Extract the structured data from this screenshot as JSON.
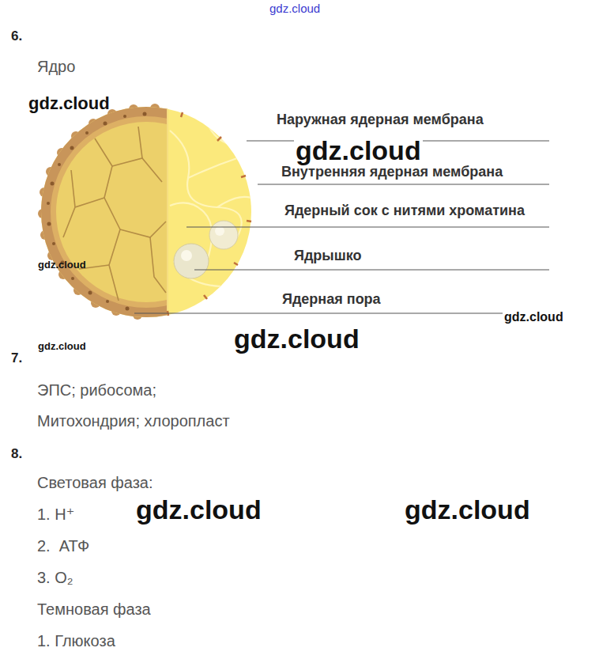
{
  "diagram": {
    "labels": [
      "gdz.cloud",
      "6.",
      "Ядро",
      "gdz.cloud",
      "Наружная ядерная мембрана",
      "gdz.cloud",
      "Внутренняя ядерная мембрана",
      "Ядерный сок с нитями хроматина",
      "Ядрышко",
      "gdz.cloud",
      "Ядерная пора",
      "gdz.cloud",
      "gdz.cloud",
      "gdz.cloud",
      "7.",
      "ЭПС; рибосома;",
      "Митохондрия; хлоропласт",
      "8.",
      "Световая фаза:",
      "1. H⁺",
      "gdz.cloud",
      "gdz.cloud",
      "2.  АТФ",
      "3. O₂",
      "Темновая фаза",
      "1. Глюкоза"
    ]
  }
}
